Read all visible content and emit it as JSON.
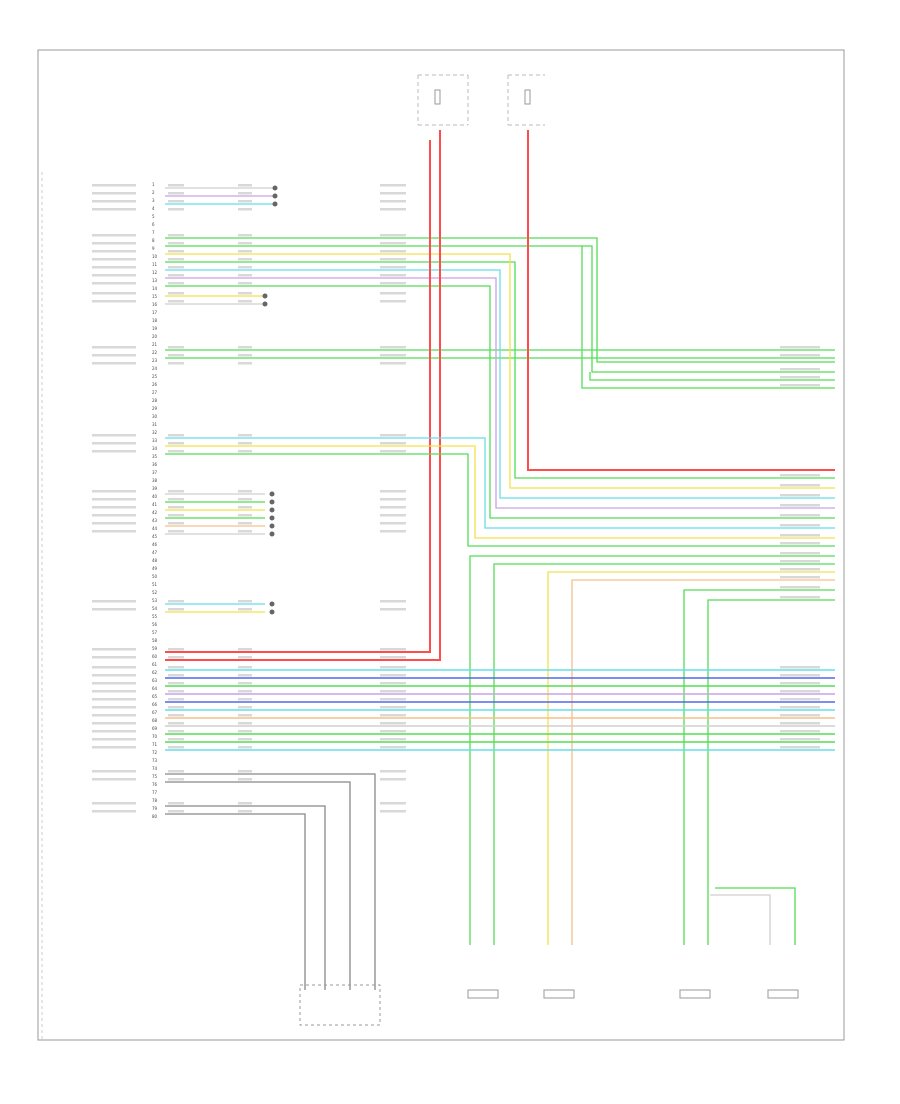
{
  "diagram": {
    "pin_labels": [
      "1",
      "2",
      "3",
      "4",
      "5",
      "6",
      "7",
      "8",
      "9",
      "10",
      "11",
      "12",
      "13",
      "14",
      "15",
      "16",
      "17",
      "18",
      "19",
      "20",
      "21",
      "22",
      "23",
      "24",
      "25",
      "26",
      "27",
      "28",
      "29",
      "30",
      "31",
      "32",
      "33",
      "34",
      "35",
      "36",
      "37",
      "38",
      "39",
      "40",
      "41",
      "42",
      "43",
      "44",
      "45",
      "46",
      "47",
      "48",
      "49",
      "50",
      "51",
      "52",
      "53",
      "54",
      "55",
      "56",
      "57",
      "58",
      "59",
      "60",
      "61",
      "62",
      "63",
      "64",
      "65",
      "66",
      "67",
      "68",
      "69",
      "70",
      "71",
      "72",
      "73",
      "74",
      "75",
      "76",
      "77",
      "78",
      "79",
      "80"
    ],
    "bottom_code": "",
    "wire_colors": {
      "red": "#ff4d4d",
      "green": "#55dd55",
      "yellow": "#f2e24a",
      "cyan": "#66dde8",
      "blue": "#5566ee",
      "violet": "#c9a2e8",
      "orange": "#f5c08a",
      "gray": "#888888",
      "light_gray": "#cfcfcf"
    }
  }
}
